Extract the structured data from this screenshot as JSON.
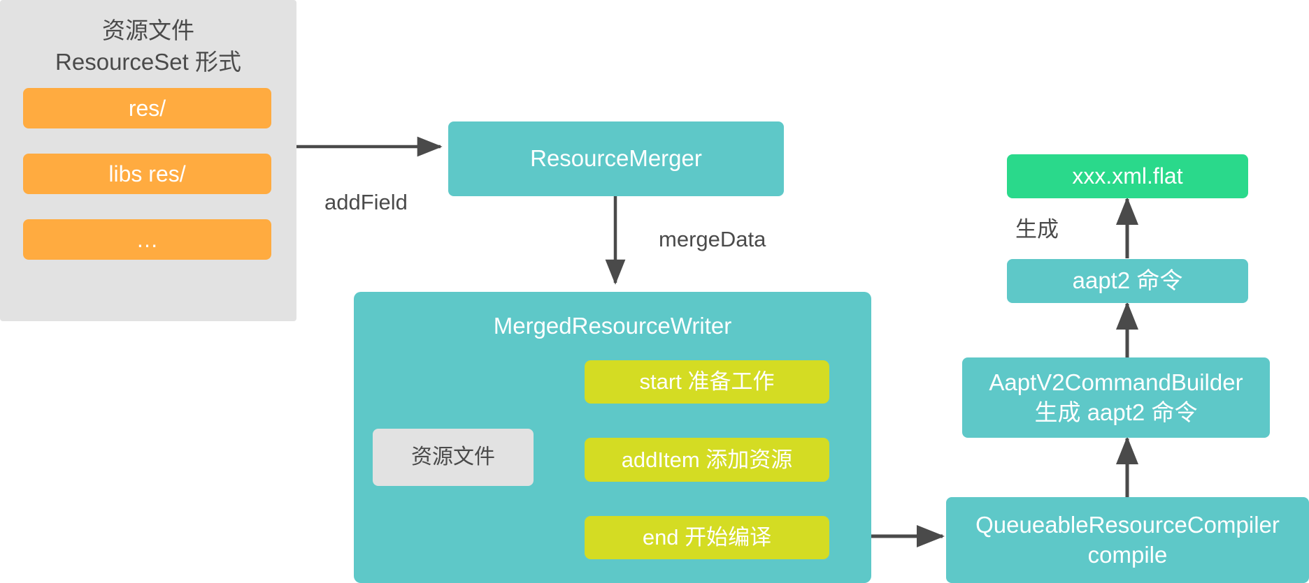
{
  "diagram": {
    "title_hidden": "",
    "colors": {
      "panel_gray": "#e2e2e2",
      "orange": "#ffab40",
      "teal": "#5ec8c8",
      "lime": "#d4dc23",
      "green": "#2ad98b",
      "arrow": "#4a4a4a",
      "text_dark": "#4a4a4a",
      "text_light": "#ffffff"
    },
    "resource_panel": {
      "title": "资源文件\nResourceSet 形式",
      "items": [
        {
          "label": "res/"
        },
        {
          "label": "libs res/"
        },
        {
          "label": "…"
        }
      ]
    },
    "resource_merger": {
      "label": "ResourceMerger"
    },
    "merged_writer": {
      "label": "MergedResourceWriter",
      "input_box": {
        "label": "资源文件"
      },
      "steps": [
        {
          "label": "start 准备工作"
        },
        {
          "label": "addItem 添加资源"
        },
        {
          "label": "end 开始编译"
        }
      ]
    },
    "right_column": {
      "flat_output": {
        "label": "xxx.xml.flat"
      },
      "aapt2_command": {
        "label": "aapt2 命令"
      },
      "command_builder": {
        "label": "AaptV2CommandBuilder\n生成 aapt2 命令"
      },
      "resource_compiler": {
        "label": "QueueableResourceCompiler\ncompile"
      }
    },
    "edge_labels": [
      {
        "label": "addField"
      },
      {
        "label": "mergeData"
      },
      {
        "label": "生成"
      }
    ]
  }
}
